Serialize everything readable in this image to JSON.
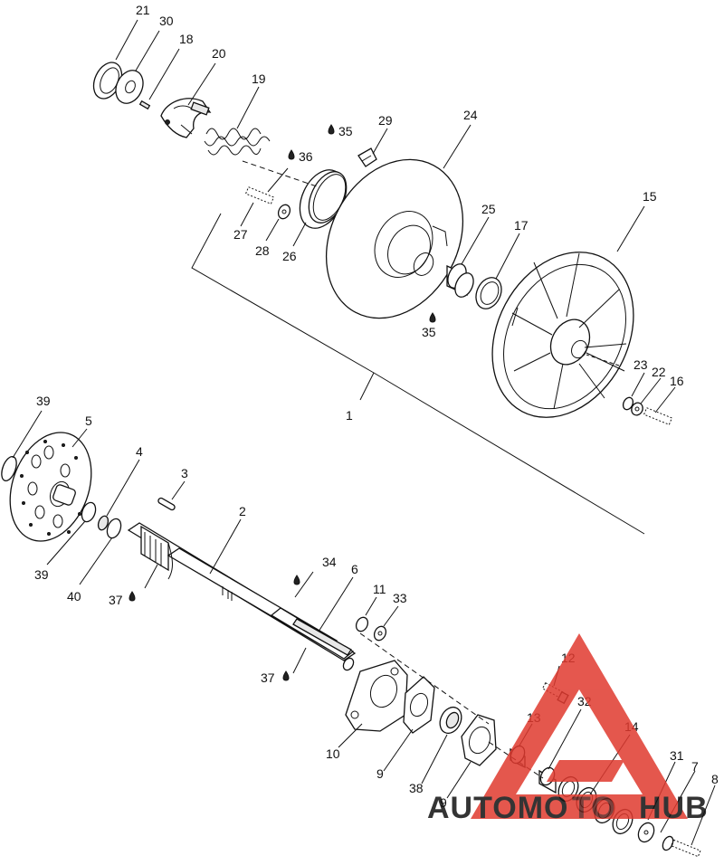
{
  "callouts": [
    {
      "id": "21",
      "label": "21"
    },
    {
      "id": "30",
      "label": "30"
    },
    {
      "id": "18",
      "label": "18"
    },
    {
      "id": "20",
      "label": "20"
    },
    {
      "id": "19",
      "label": "19"
    },
    {
      "id": "35a",
      "label": "35"
    },
    {
      "id": "29",
      "label": "29"
    },
    {
      "id": "24",
      "label": "24"
    },
    {
      "id": "36",
      "label": "36"
    },
    {
      "id": "27",
      "label": "27"
    },
    {
      "id": "28",
      "label": "28"
    },
    {
      "id": "26",
      "label": "26"
    },
    {
      "id": "25",
      "label": "25"
    },
    {
      "id": "17",
      "label": "17"
    },
    {
      "id": "15",
      "label": "15"
    },
    {
      "id": "35b",
      "label": "35"
    },
    {
      "id": "23",
      "label": "23"
    },
    {
      "id": "22",
      "label": "22"
    },
    {
      "id": "16",
      "label": "16"
    },
    {
      "id": "1",
      "label": "1"
    },
    {
      "id": "39a",
      "label": "39"
    },
    {
      "id": "5",
      "label": "5"
    },
    {
      "id": "4",
      "label": "4"
    },
    {
      "id": "3",
      "label": "3"
    },
    {
      "id": "2",
      "label": "2"
    },
    {
      "id": "39b",
      "label": "39"
    },
    {
      "id": "40",
      "label": "40"
    },
    {
      "id": "37a",
      "label": "37"
    },
    {
      "id": "34",
      "label": "34"
    },
    {
      "id": "6",
      "label": "6"
    },
    {
      "id": "11",
      "label": "11"
    },
    {
      "id": "33",
      "label": "33"
    },
    {
      "id": "37b",
      "label": "37"
    },
    {
      "id": "12",
      "label": "12"
    },
    {
      "id": "32",
      "label": "32"
    },
    {
      "id": "13",
      "label": "13"
    },
    {
      "id": "14",
      "label": "14"
    },
    {
      "id": "10",
      "label": "10"
    },
    {
      "id": "9a",
      "label": "9"
    },
    {
      "id": "38",
      "label": "38"
    },
    {
      "id": "9b",
      "label": "9"
    },
    {
      "id": "31",
      "label": "31"
    },
    {
      "id": "7",
      "label": "7"
    },
    {
      "id": "8",
      "label": "8"
    }
  ],
  "watermark": {
    "text_a": "AUTOMO",
    "text_b": "TO",
    "text_c": "HUB",
    "color_red": "#e03a2f",
    "color_orange": "#f2a23a"
  }
}
